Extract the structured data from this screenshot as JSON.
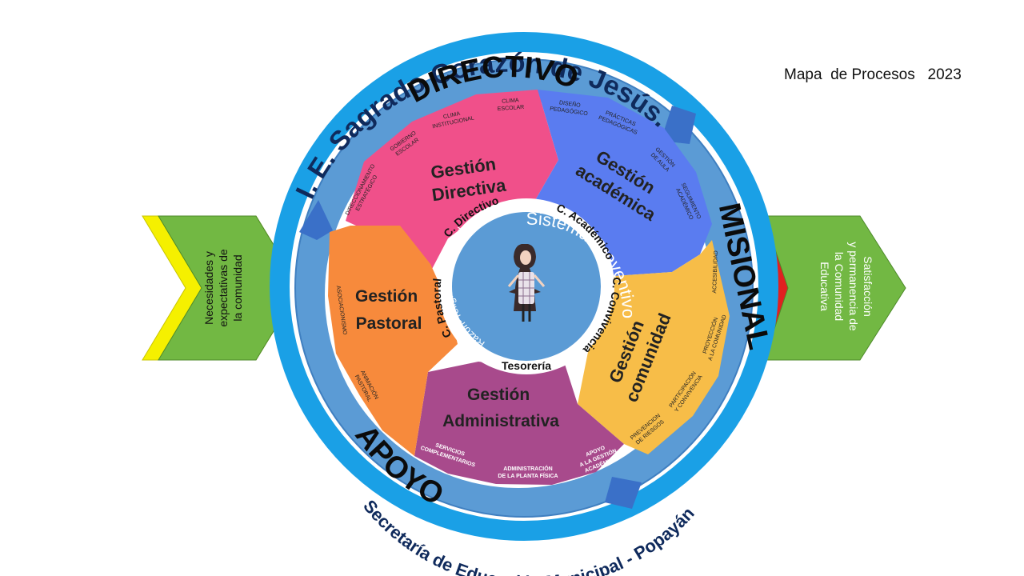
{
  "header": {
    "map_title": "Mapa  de Procesos   2023"
  },
  "ring": {
    "institution": "I. E. Sagrado Corazón de Jesús.",
    "secretaria": "Secretaría de Educación Municipal  -      Popayán",
    "directivo": "DIRECTIVO",
    "misional": "MISIONAL",
    "apoyo": "APOYO"
  },
  "arrows": {
    "input_line1": "Necesidades y",
    "input_line2": "expectativas de",
    "input_line3": "la comunidad",
    "output_line1": "Satisfacción",
    "output_line2": "y permanencia de",
    "output_line3": "la  Comunidad",
    "output_line4": "Educativa"
  },
  "center": {
    "sistema": "Sistema",
    "preventivo": "Preventivo",
    "razon": "Razón- religión- amabilidad",
    "c_directivo": "C. Directivo",
    "c_academico": "C. Académico",
    "c_convivencia": "C. Convivencia",
    "c_pastoral": "C. Pastoral",
    "tesoreria": "Tesorería"
  },
  "processes": {
    "directiva": {
      "line1": "Gestión",
      "line2": "Directiva",
      "color": "#f0508a",
      "subs": [
        "DIRECCIONAMIENTO",
        "ESTRATÉGICO",
        "GOBIERNO",
        "ESCOLAR",
        "CLIMA",
        "INSTITUCIONAL",
        "CLIMA",
        "ESCOLAR"
      ]
    },
    "academica": {
      "line1": "Gestión",
      "line2": "académica",
      "color": "#5a7cf0",
      "subs": [
        "DISEÑO",
        "PEDAGÓGICO",
        "PRÁCTICAS",
        "PEDAGÓGICAS",
        "GESTIÓN",
        "DE AULA",
        "SEGUIMIENTO",
        "ACADÉMICO"
      ]
    },
    "comunidad": {
      "line1": "Gestión",
      "line2": "comunidad",
      "color": "#f7bd48",
      "subs": [
        "ACCESIBILIDAD",
        "PROYECCIÓN",
        "A LA COMUNIDAD",
        "PARTICIPACIÓN",
        "Y CONVIVENCIA",
        "PREVENCION",
        "DE RIESGOS"
      ]
    },
    "administrativa": {
      "line1": "Gestión",
      "line2": "Administrativa",
      "color": "#a84a8c",
      "subs": [
        "SERVICIOS",
        "COMPLEMENTARIOS",
        "ADMINISTRACIÓN",
        "DE LA PLANTA FÍSICA",
        "APOYO",
        "A LA GESTIÓN",
        "ACADÉMICA"
      ]
    },
    "pastoral": {
      "line1": "Gestión",
      "line2": "Pastoral",
      "color": "#f78a3c",
      "subs": [
        "ASOCIACIONISMO",
        "ANIMACIÓN",
        "PASTORAL"
      ]
    }
  },
  "colors": {
    "outer_ring": "#1aa0e6",
    "inner_ring": "#5b9bd5",
    "center": "#5b9bd5",
    "arrow_green": "#72b843",
    "arrow_yellow": "#f5f000",
    "arrow_red": "#e02020"
  }
}
